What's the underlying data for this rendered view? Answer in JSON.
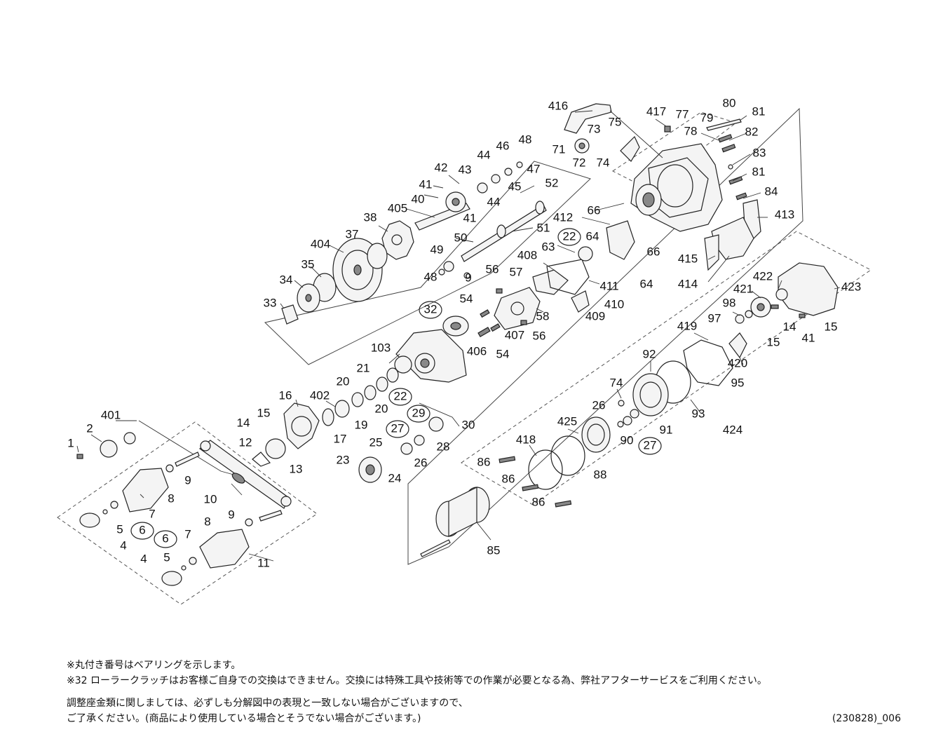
{
  "notes": [
    "※丸付き番号はベアリングを示します。",
    "※32 ローラークラッチはお客様ご自身での交換はできません。交換には特殊工具や技術等での作業が必要となる為、弊社アフターサービスをご利用ください。",
    "調整座金類に関しましては、必ずしも分解図中の表現と一致しない場合がございますので、",
    "ご了承ください。(商品により使用している場合とそうでない場合がございます。)"
  ],
  "doc_code": "(230828)_006",
  "labels": [
    "416",
    "417",
    "77",
    "79",
    "80",
    "81",
    "73",
    "75",
    "78",
    "82",
    "71",
    "72",
    "74",
    "83",
    "48",
    "46",
    "47",
    "44",
    "42",
    "43",
    "45",
    "52",
    "81",
    "84",
    "41",
    "40",
    "44",
    "405",
    "41",
    "413",
    "38",
    "66",
    "412",
    "51",
    "22",
    "64",
    "37",
    "50",
    "66",
    "404",
    "63",
    "49",
    "408",
    "415",
    "35",
    "48",
    "9",
    "57",
    "56",
    "411",
    "64",
    "34",
    "54",
    "414",
    "33",
    "32",
    "410",
    "409",
    "58",
    "406",
    "407",
    "56",
    "54",
    "422",
    "423",
    "421",
    "98",
    "97",
    "14",
    "15",
    "15",
    "41",
    "103",
    "420",
    "419",
    "21",
    "92",
    "95",
    "20",
    "22",
    "16",
    "402",
    "20",
    "93",
    "74",
    "19",
    "401",
    "15",
    "29",
    "17",
    "30",
    "26",
    "91",
    "424",
    "2",
    "14",
    "27",
    "25",
    "28",
    "425",
    "90",
    "27",
    "12",
    "13",
    "418",
    "1",
    "26",
    "9",
    "23",
    "24",
    "86",
    "88",
    "8",
    "86",
    "10",
    "86",
    "7",
    "85",
    "5",
    "6",
    "4",
    "8",
    "9",
    "6",
    "7",
    "5",
    "11",
    "4"
  ],
  "bearings": [
    "32",
    "22",
    "22",
    "29",
    "27",
    "6",
    "6",
    "27"
  ]
}
